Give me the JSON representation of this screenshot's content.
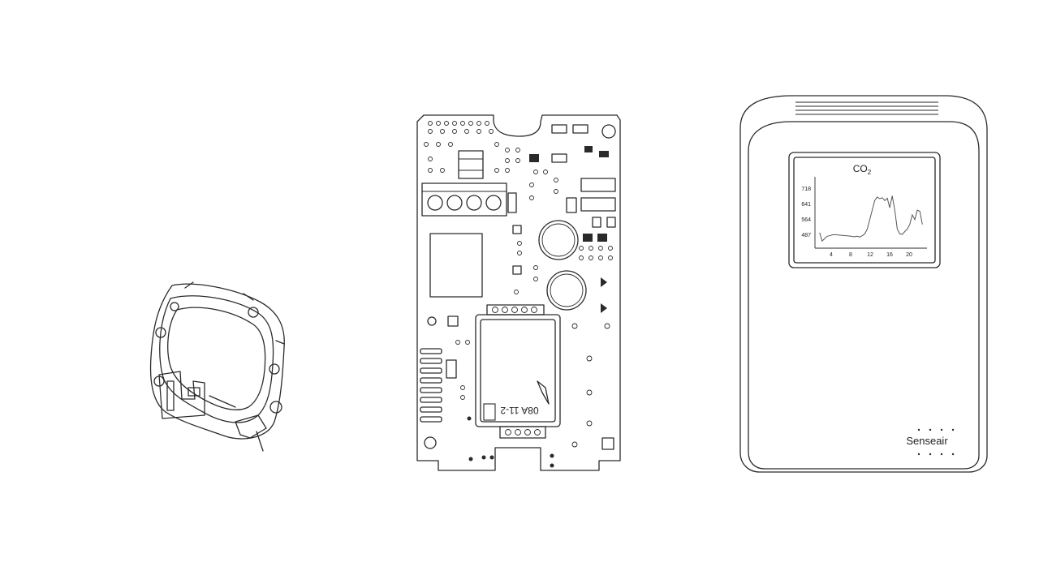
{
  "device": {
    "brand_label": "Senseair",
    "screen": {
      "title_main": "CO",
      "title_sub": "2",
      "y_ticks": [
        "718",
        "641",
        "564",
        "487"
      ],
      "x_ticks": [
        "4",
        "8",
        "12",
        "16",
        "20"
      ],
      "trace_y": [
        505,
        470,
        480,
        490,
        492,
        496,
        497,
        496,
        495,
        494,
        493,
        492,
        491,
        489,
        488,
        490,
        487,
        492,
        500,
        520,
        560,
        600,
        640,
        655,
        648,
        652,
        640,
        650,
        610,
        660,
        600,
        520,
        500,
        498,
        510,
        520,
        540,
        580,
        560,
        600,
        595,
        540
      ],
      "trace_x_range": [
        1,
        23
      ],
      "trace_y_range": [
        440,
        740
      ]
    }
  },
  "pcb": {
    "chip_marking": "08A 11-2"
  }
}
